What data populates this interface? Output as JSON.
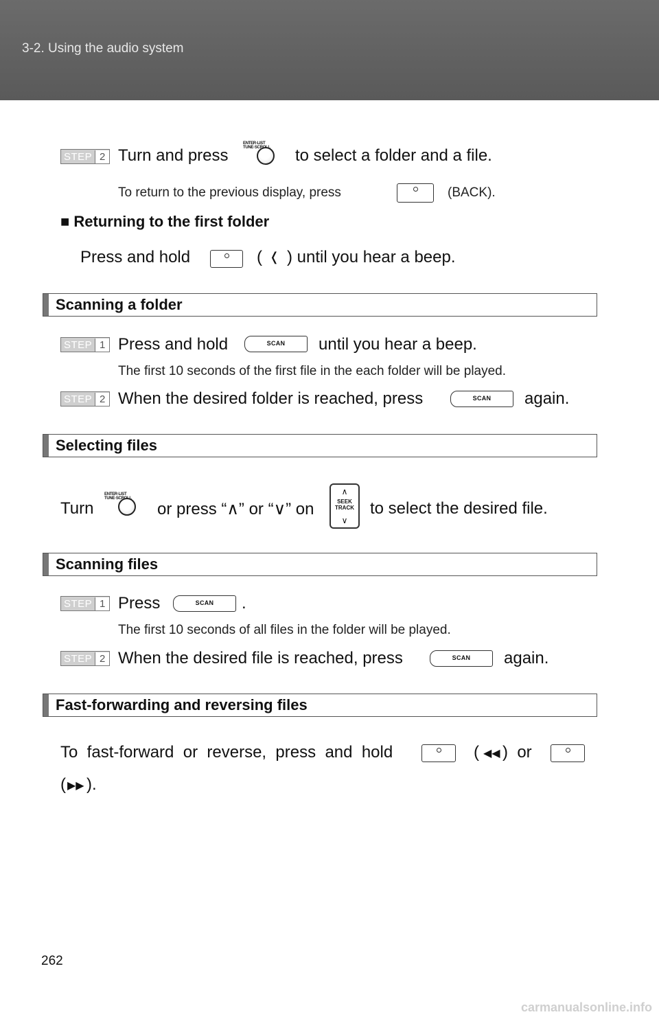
{
  "header": {
    "section": "3-2. Using the audio system"
  },
  "steps": {
    "step_word": "STEP",
    "n1": "1",
    "n2": "2"
  },
  "top": {
    "step2_a": "Turn and press",
    "step2_b": "to select a folder and a file.",
    "note_a": "To return to the previous display, press",
    "note_b": "(BACK)."
  },
  "returning": {
    "bullet": "■",
    "title": "Returning to the first folder",
    "text_a": "Press and hold",
    "text_b": "(",
    "glyph": "❬",
    "text_c": ") until you hear a beep."
  },
  "knob_label": "ENTER·LIST TUNE·SCROLL",
  "scan_label": "SCAN",
  "scan_folder": {
    "heading": "Scanning a folder",
    "step1_a": "Press and hold",
    "step1_b": "until you hear a beep.",
    "note": "The first 10 seconds of the first file in the each folder will be played.",
    "step2_a": "When the desired folder is reached, press",
    "step2_b": "again."
  },
  "select_files": {
    "heading": "Selecting files",
    "a": "Turn",
    "b": "or press “∧” or “∨” on",
    "c": "to select the desired file.",
    "seek_label": "SEEK TRACK",
    "up": "∧",
    "down": "∨"
  },
  "scan_files": {
    "heading": "Scanning files",
    "step1_a": "Press",
    "step1_b": ".",
    "note": "The first 10 seconds of all files in the folder will be played.",
    "step2_a": "When the desired file is reached, press",
    "step2_b": "again."
  },
  "ff": {
    "heading": "Fast-forwarding and reversing files",
    "a": "To  fast-forward  or  reverse,  press  and  hold",
    "b": "(",
    "rew": "◀◀",
    "c": ")  or",
    "d": "(",
    "fwd": "▶▶",
    "e": ")."
  },
  "page_number": "262",
  "watermark": "carmanualsonline.info"
}
